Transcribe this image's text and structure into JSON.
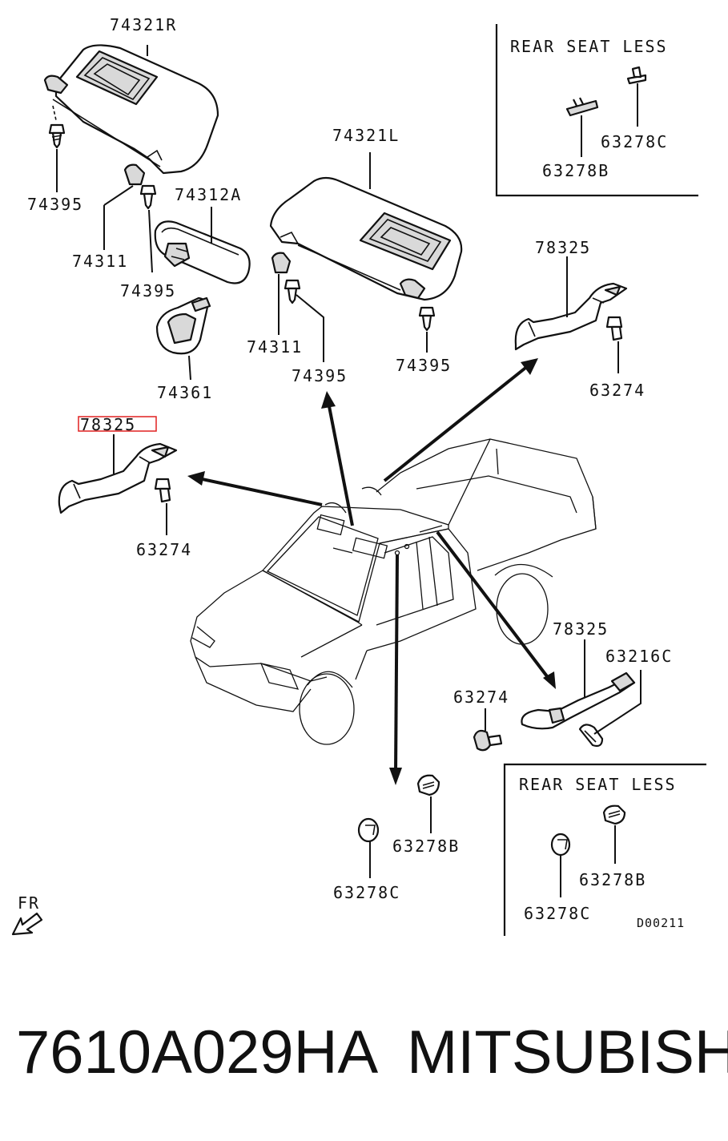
{
  "labels": {
    "visor_right": "74321R",
    "visor_left": "74321L",
    "mirror": "74312A",
    "holder_right": "74311",
    "holder_left": "74311",
    "screw_visor_right": "74395",
    "screw_holder_right": "74395",
    "screw_holder_left": "74395",
    "screw_visor_left": "74395",
    "mirror_cover": "74361",
    "grip_right": "78325",
    "grip_right_screw": "63274",
    "grip_left": "78325",
    "grip_left_screw": "63274",
    "grip_rear": "78325",
    "grip_rear_screw": "63274",
    "grip_rear_cap": "63216C",
    "clip_b_top": "63278B",
    "clip_c_top": "63278C",
    "clip_b_bottom": "63278B",
    "clip_c_bottom": "63278C",
    "clip_b_inset": "63278B",
    "clip_c_inset": "63278C"
  },
  "insets": {
    "top_title": "REAR SEAT LESS",
    "bottom_title": "REAR SEAT LESS",
    "diagram_code": "D00211"
  },
  "direction": {
    "label": "FR"
  },
  "highlight": {
    "target": "grip_left",
    "color": "#e02020"
  },
  "footer": {
    "part_number": "7610A029HA",
    "brand": "MITSUBISHI"
  }
}
